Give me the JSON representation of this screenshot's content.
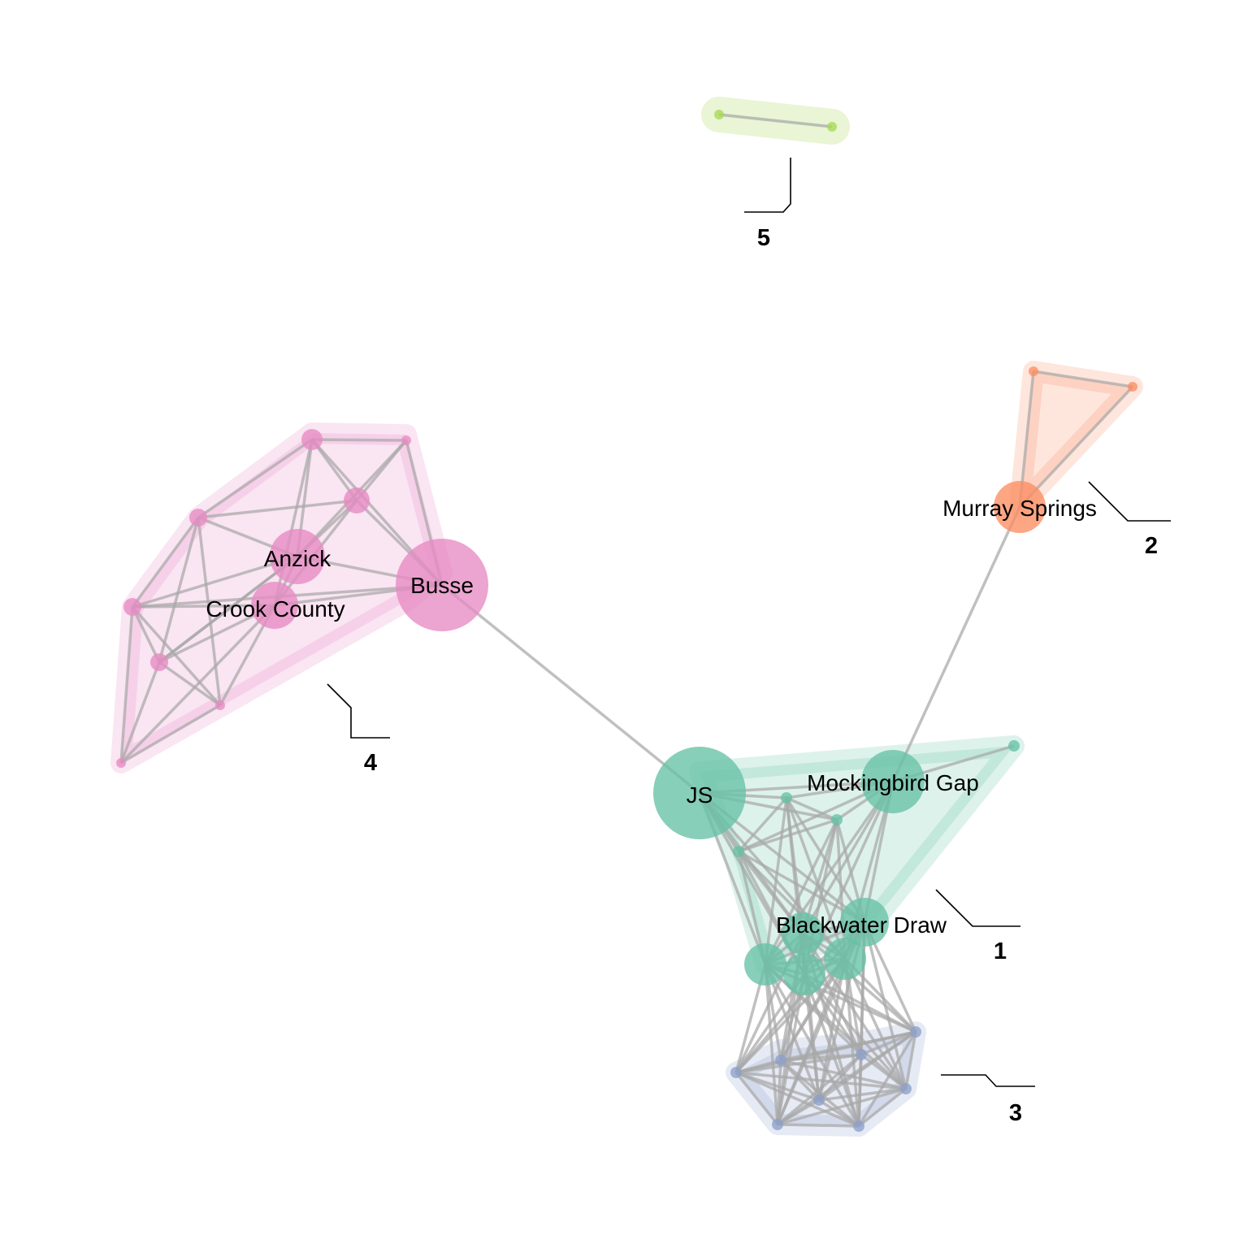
{
  "colors": {
    "group_1": "#66c2a5",
    "group_2": "#fc8d62",
    "group_3": "#8da0cb",
    "group_4": "#e78ac3",
    "group_5": "#a6d854",
    "edge": "#a8a8a8",
    "text": "#000000"
  },
  "groups": [
    {
      "id": "1",
      "label": "1"
    },
    {
      "id": "2",
      "label": "2"
    },
    {
      "id": "3",
      "label": "3"
    },
    {
      "id": "4",
      "label": "4"
    },
    {
      "id": "5",
      "label": "5"
    }
  ],
  "nodes": [
    {
      "id": "JS",
      "group": "1",
      "label": "JS"
    },
    {
      "id": "Mockingbird Gap",
      "group": "1",
      "label": "Mockingbird Gap"
    },
    {
      "id": "Blackwater Draw",
      "group": "1",
      "label": "Blackwater Draw"
    },
    {
      "id": "Murray Springs",
      "group": "2",
      "label": "Murray Springs"
    },
    {
      "id": "Busse",
      "group": "4",
      "label": "Busse"
    },
    {
      "id": "Anzick",
      "group": "4",
      "label": "Anzick"
    },
    {
      "id": "Crook County",
      "group": "4",
      "label": "Crook County"
    }
  ]
}
